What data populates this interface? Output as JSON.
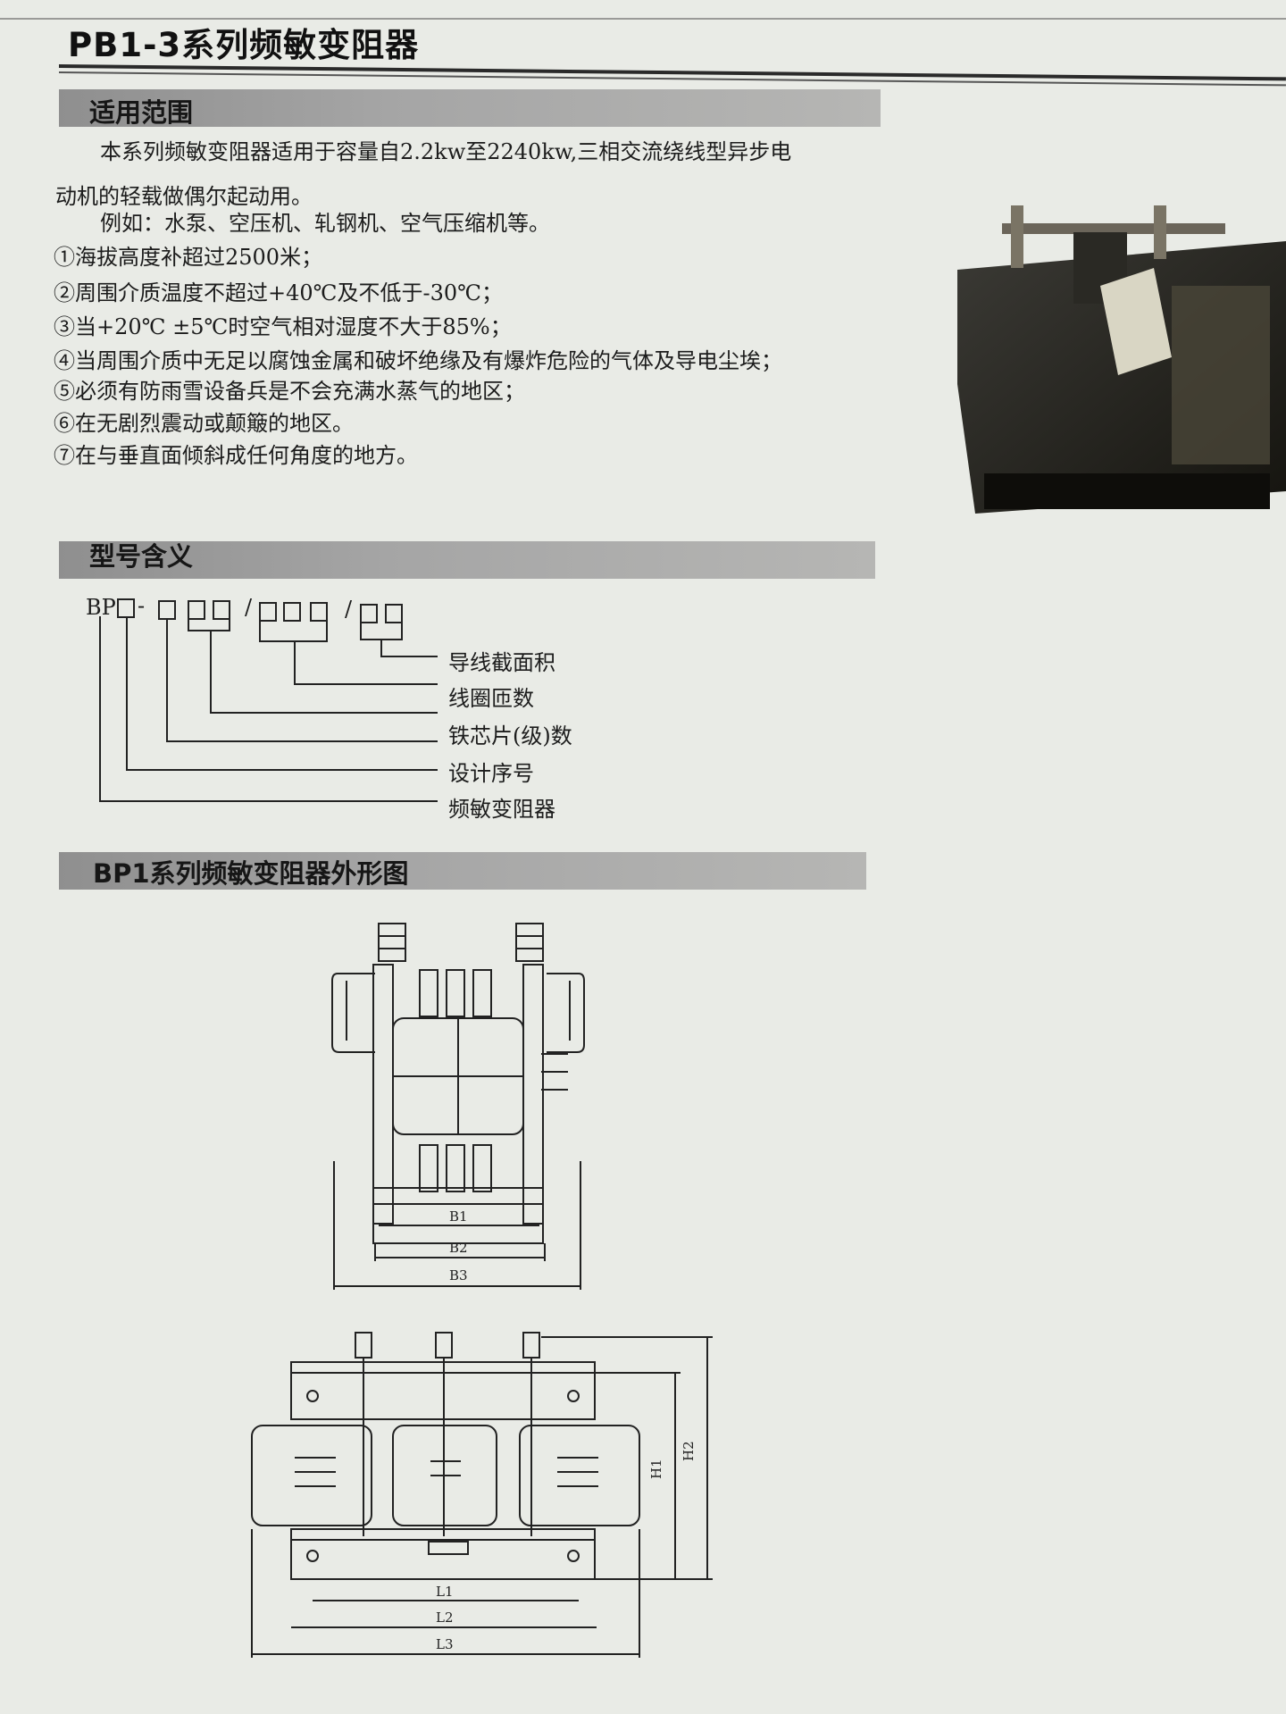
{
  "document": {
    "title": "PB1-3系列频敏变阻器"
  },
  "sections": {
    "scope": {
      "heading": "适用范围",
      "intro_line1": "本系列频敏变阻器适用于容量自2.2kw至2240kw,三相交流绕线型异步电",
      "intro_line2": "动机的轻载做偶尔起动用。",
      "example": "例如：水泵、空压机、轧钢机、空气压缩机等。",
      "conditions": [
        "①海拔高度补超过2500米；",
        "②周围介质温度不超过+40℃及不低于-30℃；",
        "③当+20℃ ±5℃时空气相对湿度不大于85%；",
        "④当周围介质中无足以腐蚀金属和破坏绝缘及有爆炸危险的气体及导电尘埃；",
        "⑤必须有防雨雪设备兵是不会充满水蒸气的地区；",
        "⑥在无剧烈震动或颠簸的地区。",
        "⑦在与垂直面倾斜成任何角度的地方。"
      ]
    },
    "model": {
      "heading": "型号含义",
      "code_prefix": "BP",
      "code_sep": "-",
      "code_slash": "/",
      "legend": [
        "导线截面积",
        "线圈匝数",
        "铁芯片(级)数",
        "设计序号",
        "频敏变阻器"
      ]
    },
    "outline": {
      "heading": "BP1系列频敏变阻器外形图",
      "dimensions": {
        "front": [
          "B1",
          "B2",
          "B3"
        ],
        "side_width": [
          "L1",
          "L2",
          "L3"
        ],
        "side_height": [
          "H1",
          "H2"
        ]
      }
    }
  }
}
